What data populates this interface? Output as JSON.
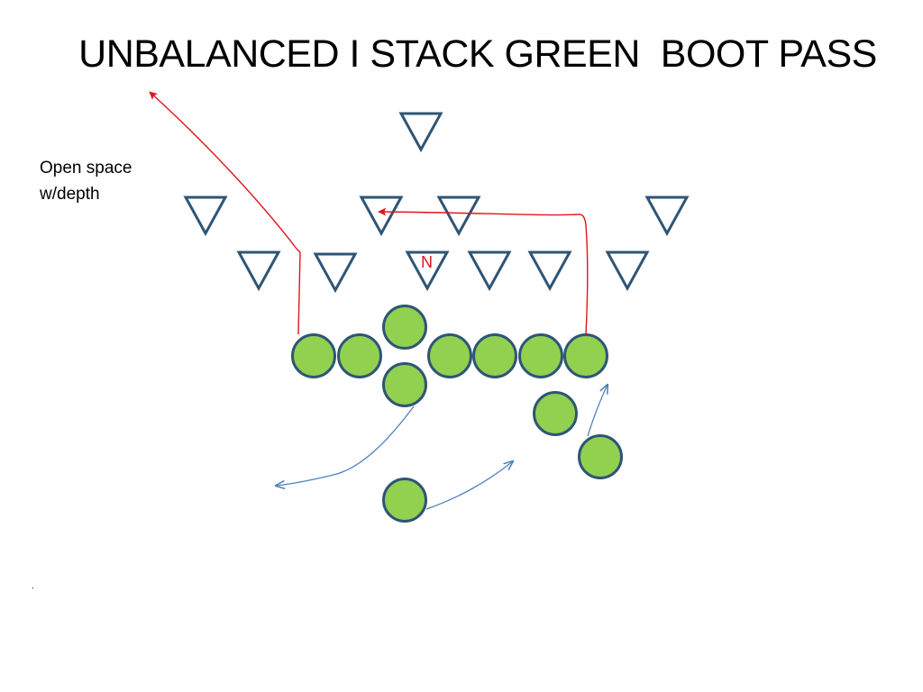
{
  "slide": {
    "title": "UNBALANCED I STACK GREEN  BOOT PASS",
    "note_line1": "Open space",
    "note_line2": "w/depth",
    "stray_mark": "."
  },
  "defense": {
    "nose_label": "N",
    "shape": "inverted-triangle",
    "stroke_color": "#2F5575"
  },
  "offense": {
    "shape": "circle",
    "fill_color": "#92D050",
    "stroke_color": "#2F5575"
  },
  "routes": {
    "primary_color": "#E0151C",
    "secondary_color": "#4F81BD"
  }
}
